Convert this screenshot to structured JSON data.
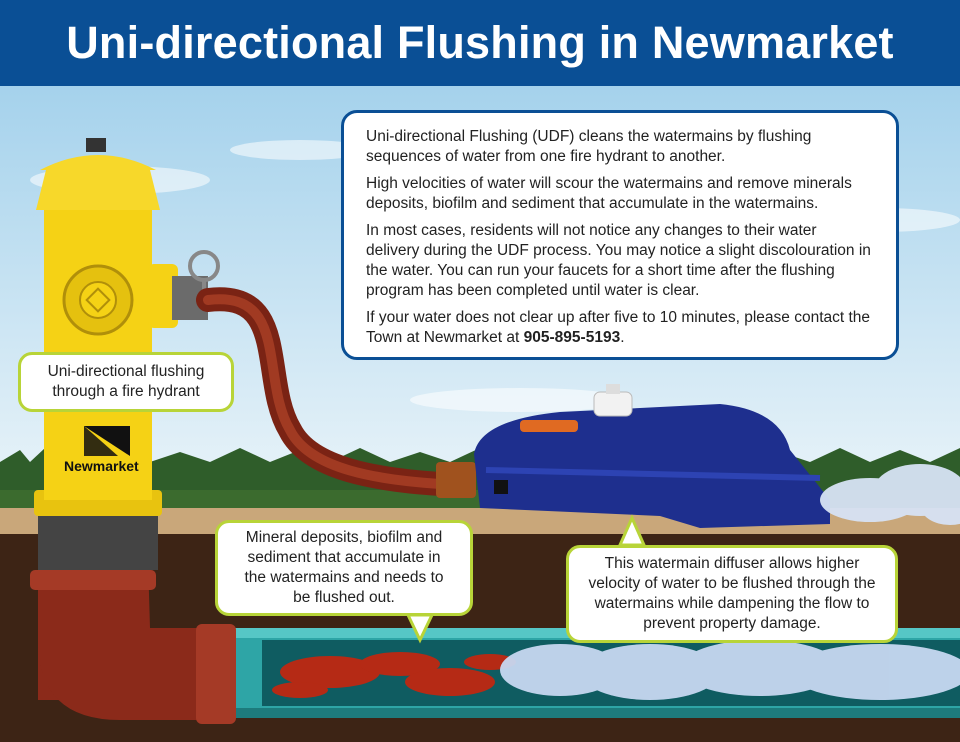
{
  "header": {
    "title": "Uni-directional Flushing in Newmarket"
  },
  "info": {
    "p1": "Uni-directional Flushing (UDF) cleans the watermains by flushing sequences of water from one fire hydrant to another.",
    "p2": "High velocities of water will scour the watermains and remove minerals deposits, biofilm and sediment that accumulate in the watermains.",
    "p3": "In most cases, residents will not notice any changes to their water delivery during the UDF process. You may notice a slight discolouration in the water. You can run your faucets for a short time after the flushing program has been completed until water is clear.",
    "p4_before": "If your water does not clear up after five to 10 minutes, please contact the Town at Newmarket at ",
    "p4_phone": "905-895-5193",
    "p4_after": "."
  },
  "callouts": {
    "hydrant": "Uni-directional flushing through a fire hydrant",
    "deposits": "Mineral deposits, biofilm and sediment that accumulate in the watermains and needs to be flushed out.",
    "diffuser": "This watermain diffuser allows higher velocity of water to be flushed through the watermains while dampening the flow to prevent property damage."
  },
  "logo": {
    "text": "Newmarket"
  },
  "colors": {
    "header": "#0a4f95",
    "sky": "#a9d3ec",
    "grass": "#2f5d2a",
    "soil": "#3d2415",
    "hydrant": "#f5d215",
    "hose": "#8b2a1a",
    "diffuser": "#1e2f8e",
    "pipe": "#35b3b3",
    "callout_border": "#b8d438"
  }
}
